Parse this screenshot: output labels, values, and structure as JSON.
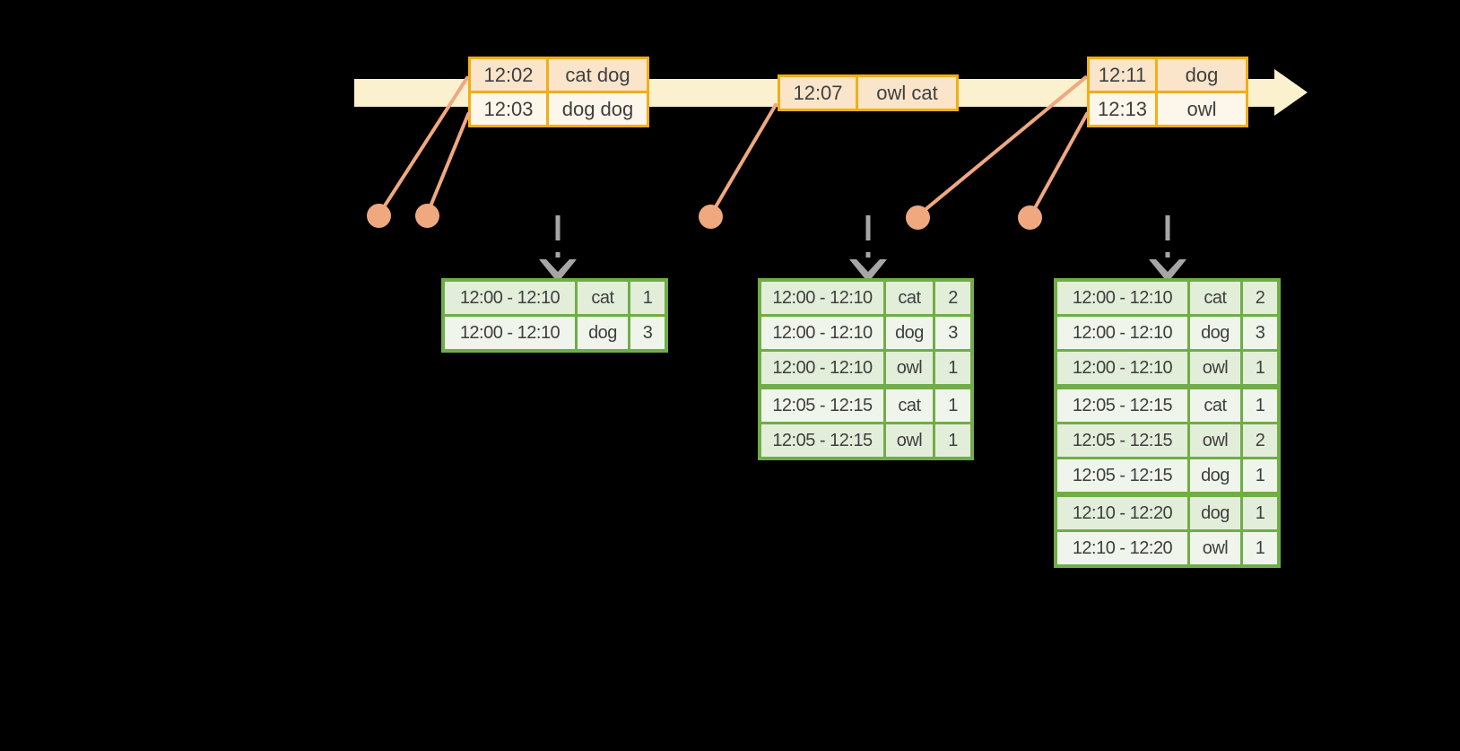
{
  "diagram": {
    "kind": "windowed-streaming-aggregation-timeline",
    "colors": {
      "background": "#000000",
      "timeline_fill": "#FBF1CF",
      "event_table_border": "#F2AE16",
      "event_row_dark": "#FAE5CB",
      "event_row_light": "#FDF6EA",
      "connector_salmon": "#F0A87E",
      "trigger_arrow_gray": "#A6A6A6",
      "result_table_border": "#70AD47",
      "result_row_dark": "#E3EEDA",
      "result_row_light": "#F0F5EC",
      "text": "#3F3F3F"
    },
    "icons": {
      "timeline": "arrow-right-band",
      "event_marker": "dot",
      "trigger": "dashed-arrow-down"
    }
  },
  "event_tables": [
    {
      "rows": [
        {
          "time": "12:02",
          "words": "cat dog"
        },
        {
          "time": "12:03",
          "words": "dog dog"
        }
      ]
    },
    {
      "rows": [
        {
          "time": "12:07",
          "words": "owl cat"
        }
      ]
    },
    {
      "rows": [
        {
          "time": "12:11",
          "words": "dog"
        },
        {
          "time": "12:13",
          "words": "owl"
        }
      ]
    }
  ],
  "result_tables": [
    {
      "rows": [
        {
          "window": "12:00 - 12:10",
          "word": "cat",
          "count": "1"
        },
        {
          "window": "12:00 - 12:10",
          "word": "dog",
          "count": "3"
        }
      ]
    },
    {
      "rows": [
        {
          "window": "12:00 - 12:10",
          "word": "cat",
          "count": "2"
        },
        {
          "window": "12:00 - 12:10",
          "word": "dog",
          "count": "3"
        },
        {
          "window": "12:00 - 12:10",
          "word": "owl",
          "count": "1"
        },
        {
          "window": "12:05 - 12:15",
          "word": "cat",
          "count": "1"
        },
        {
          "window": "12:05 - 12:15",
          "word": "owl",
          "count": "1"
        }
      ]
    },
    {
      "rows": [
        {
          "window": "12:00 - 12:10",
          "word": "cat",
          "count": "2"
        },
        {
          "window": "12:00 - 12:10",
          "word": "dog",
          "count": "3"
        },
        {
          "window": "12:00 - 12:10",
          "word": "owl",
          "count": "1"
        },
        {
          "window": "12:05 - 12:15",
          "word": "cat",
          "count": "1"
        },
        {
          "window": "12:05 - 12:15",
          "word": "owl",
          "count": "2"
        },
        {
          "window": "12:05 - 12:15",
          "word": "dog",
          "count": "1"
        },
        {
          "window": "12:10 - 12:20",
          "word": "dog",
          "count": "1"
        },
        {
          "window": "12:10 - 12:20",
          "word": "owl",
          "count": "1"
        }
      ]
    }
  ]
}
